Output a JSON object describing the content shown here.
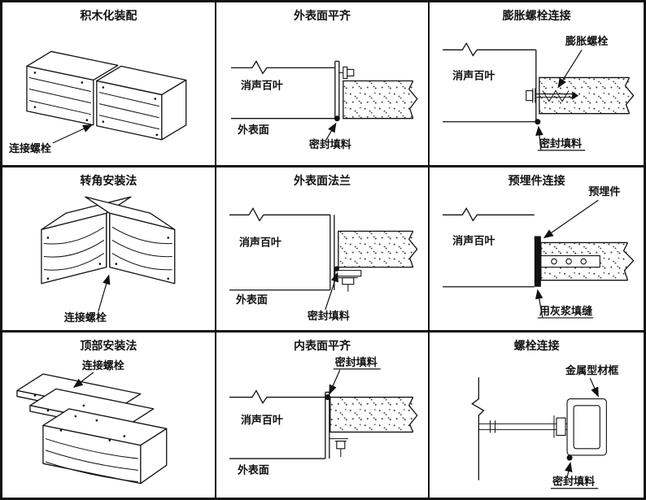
{
  "cells": [
    {
      "title": "积木化装配",
      "labels": {
        "bolt": "连接螺栓"
      }
    },
    {
      "title": "外表面平齐",
      "labels": {
        "louver": "消声百叶",
        "surface": "外表面",
        "seal": "密封填料"
      }
    },
    {
      "title": "膨胀螺栓连接",
      "labels": {
        "bolt": "膨胀螺栓",
        "louver": "消声百叶",
        "seal": "密封填料"
      }
    },
    {
      "title": "转角安装法",
      "labels": {
        "bolt": "连接螺栓"
      }
    },
    {
      "title": "外表面法兰",
      "labels": {
        "louver": "消声百叶",
        "surface": "外表面",
        "seal": "密封填料"
      }
    },
    {
      "title": "预埋件连接",
      "labels": {
        "embed": "预埋件",
        "louver": "消声百叶",
        "mortar": "用灰浆填缝"
      }
    },
    {
      "title": "顶部安装法",
      "labels": {
        "bolt": "连接螺栓"
      }
    },
    {
      "title": "内表面平齐",
      "labels": {
        "seal": "密封填料",
        "louver": "消声百叶",
        "surface": "外表面"
      }
    },
    {
      "title": "螺栓连接",
      "labels": {
        "frame": "金属型材框",
        "seal": "密封填料"
      }
    }
  ],
  "colors": {
    "line": "#111111",
    "background": "#ffffff"
  }
}
